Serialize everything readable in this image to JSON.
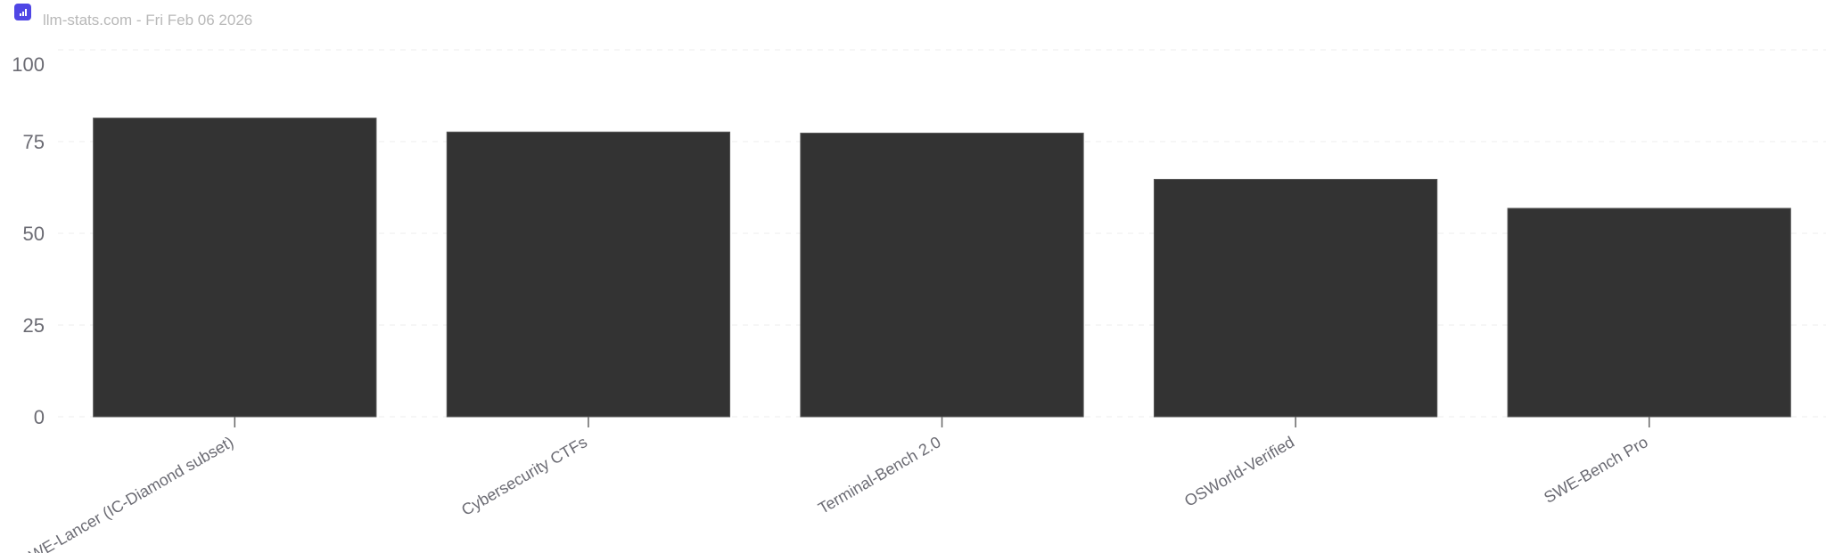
{
  "header": {
    "source_text": "llm-stats.com - Fri Feb 06 2026",
    "logo_icon": "bar-chart-icon",
    "logo_color": "#4f46e5"
  },
  "chart_data": {
    "type": "bar",
    "title": "",
    "xlabel": "",
    "ylabel": "",
    "categories": [
      "SWE-Lancer (IC-Diamond subset)",
      "Cybersecurity CTFs",
      "Terminal-Bench 2.0",
      "OSWorld-Verified",
      "SWE-Bench Pro"
    ],
    "values": [
      81.4,
      77.6,
      77.3,
      64.7,
      56.8
    ],
    "ylim": [
      0,
      100
    ],
    "yticks": [
      0,
      25,
      50,
      75,
      100
    ],
    "grid": true,
    "bar_color": "#333333"
  }
}
